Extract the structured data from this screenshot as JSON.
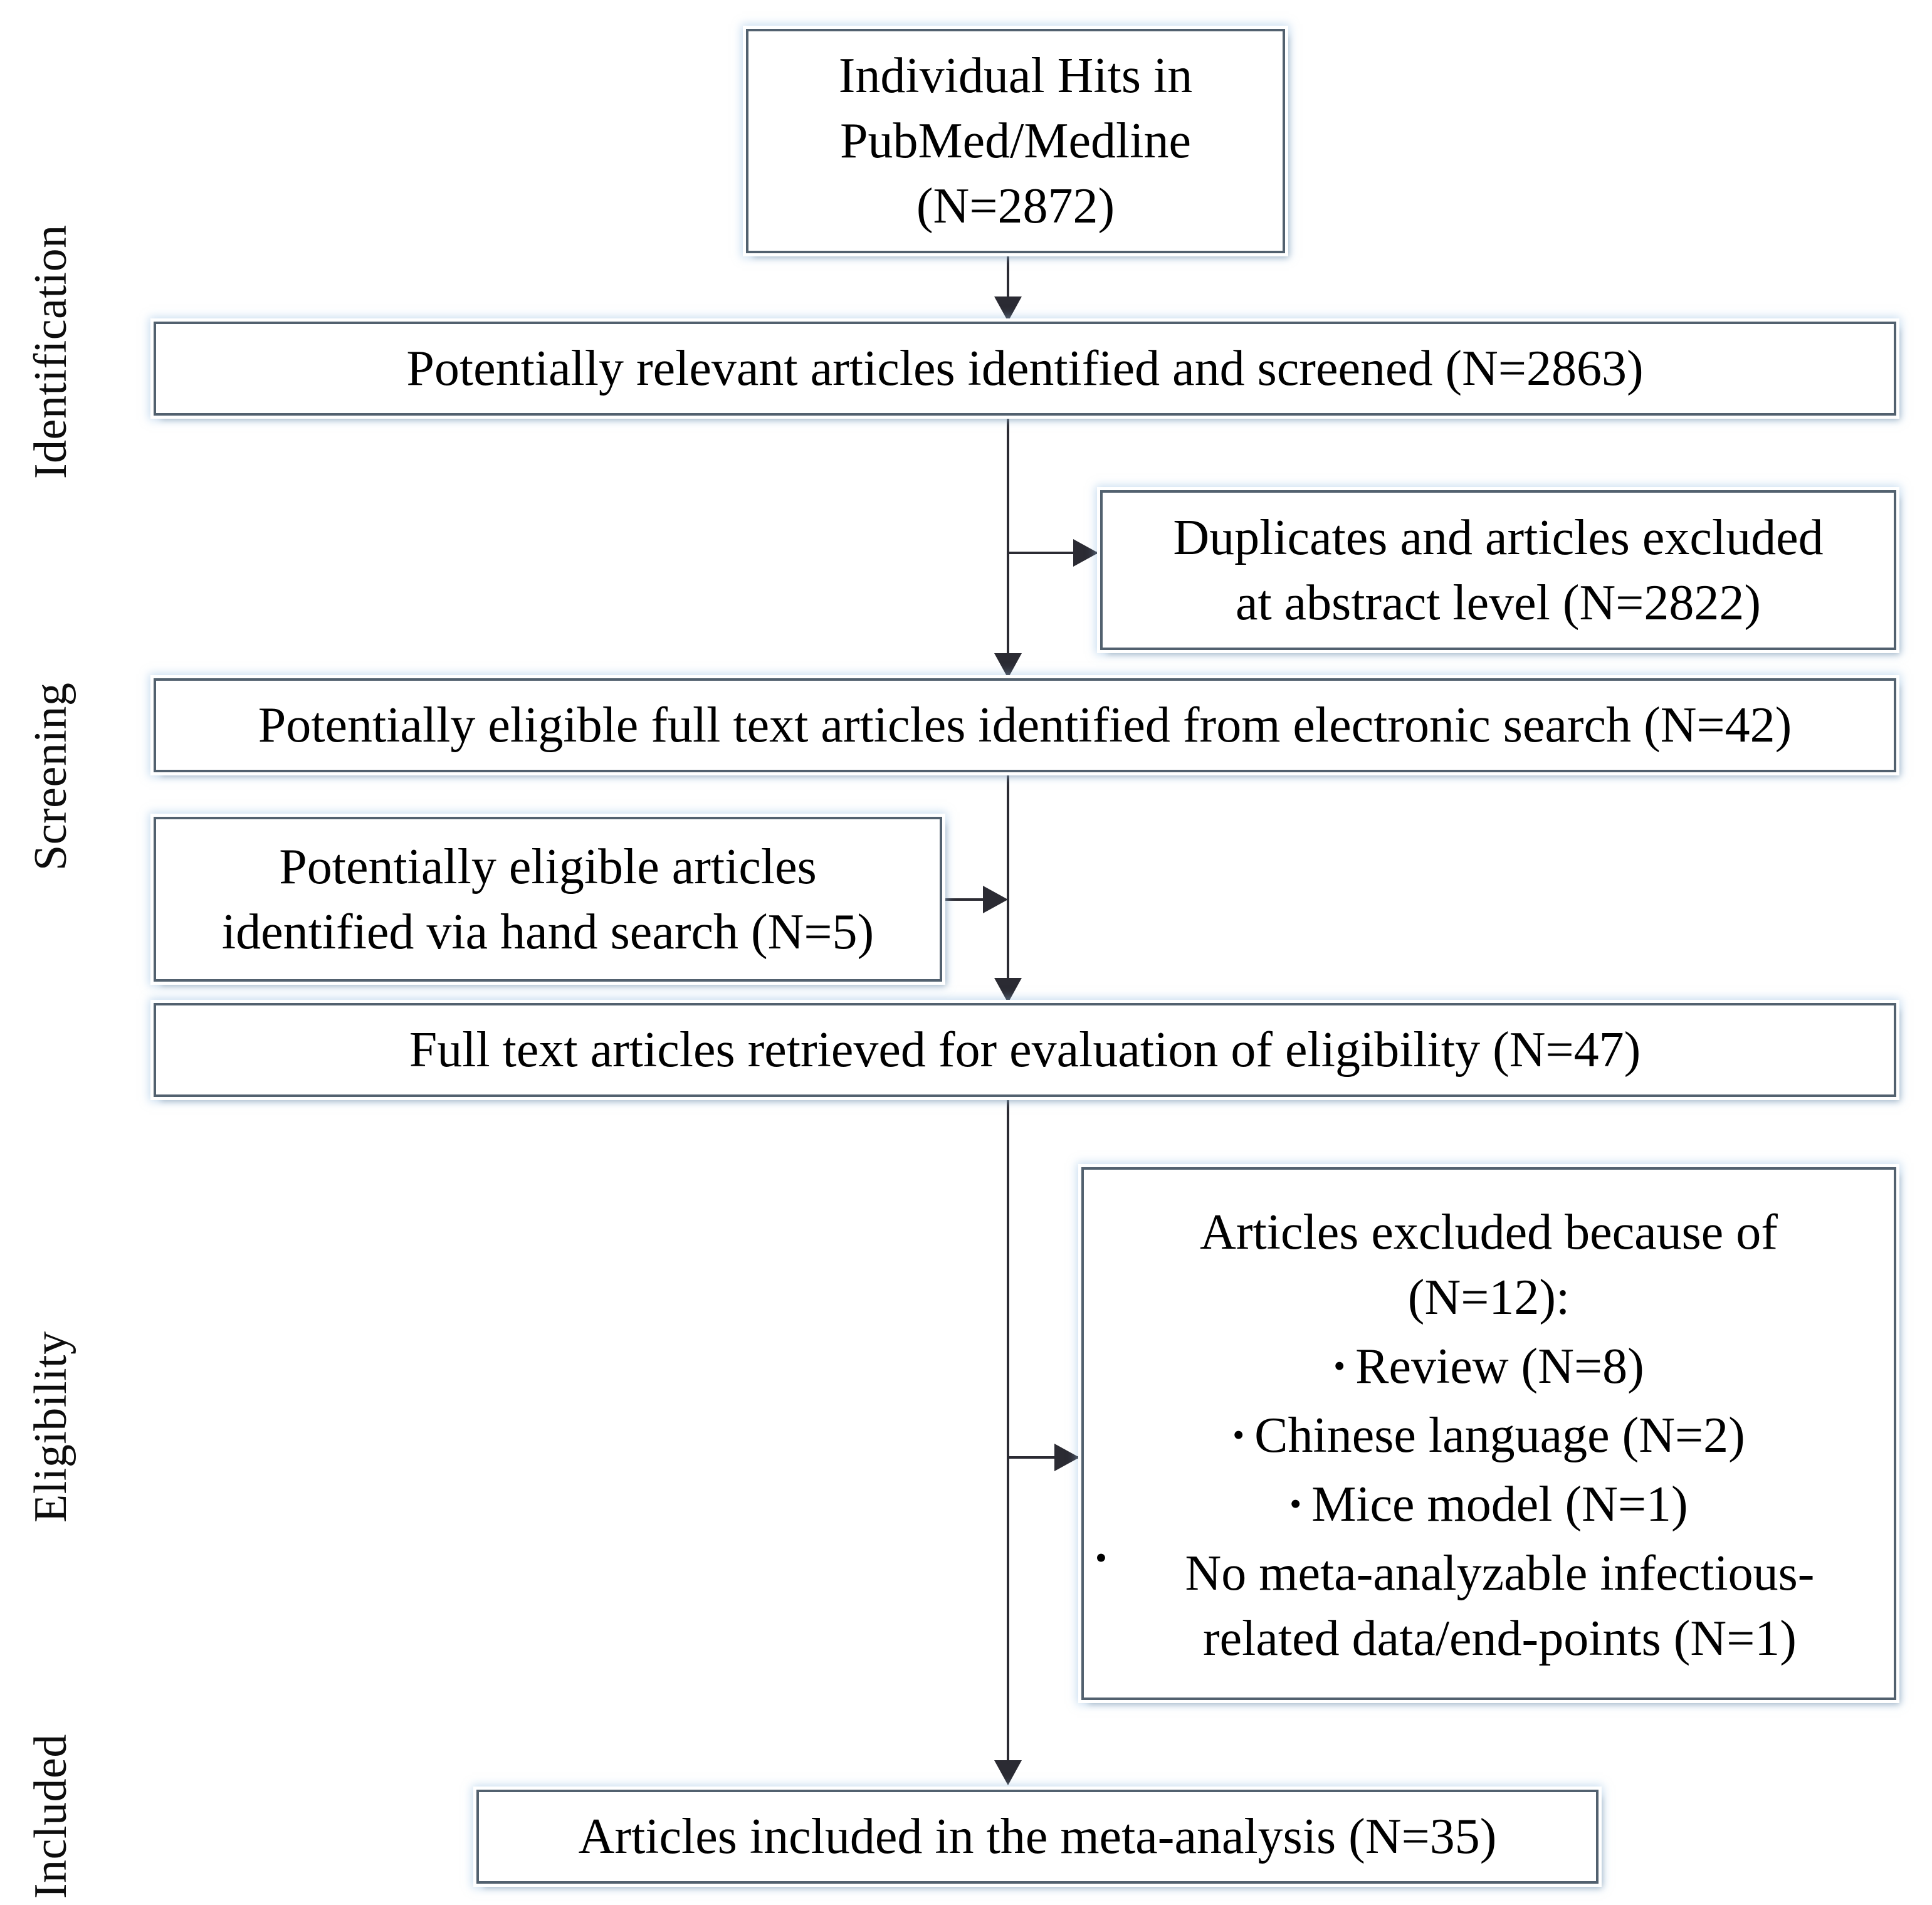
{
  "diagram": {
    "type": "PRISMA flow diagram",
    "stages": [
      {
        "id": "identification",
        "label": "Identification"
      },
      {
        "id": "screening",
        "label": "Screening"
      },
      {
        "id": "eligibility",
        "label": "Eligibility"
      },
      {
        "id": "included",
        "label": "Included"
      }
    ],
    "boxes": {
      "identification": {
        "text": "Individual Hits in\nPubMed/Medline\n(N=2872)",
        "n": 2872
      },
      "screened": {
        "text": "Potentially relevant articles identified and screened (N=2863)",
        "n": 2863
      },
      "duplicates": {
        "text": "Duplicates and articles excluded\nat abstract level (N=2822)",
        "n": 2822
      },
      "fulltext": {
        "text": "Potentially eligible full text articles identified from electronic search (N=42)",
        "n": 42
      },
      "handsearch": {
        "text": "Potentially eligible articles\nidentified via hand search (N=5)",
        "n": 5
      },
      "retrieved": {
        "text": "Full text articles retrieved for evaluation of eligibility (N=47)",
        "n": 47
      },
      "excluded": {
        "heading": "Articles excluded because of\n(N=12):",
        "n": 12,
        "reasons": [
          {
            "label": "Review (N=8)",
            "n": 8
          },
          {
            "label": "Chinese language (N=2)",
            "n": 2
          },
          {
            "label": "Mice model (N=1)",
            "n": 1
          },
          {
            "label": "No meta-analyzable infectious-\nrelated data/end-points (N=1)",
            "n": 1
          }
        ],
        "bullet_glyph": "•"
      },
      "included": {
        "text": "Articles included in the meta-analysis (N=35)",
        "n": 35
      }
    },
    "colors": {
      "box_border": "#52616f",
      "box_glow": "#96bee1",
      "connector": "#2b2b33",
      "text": "#000000",
      "background": "#ffffff"
    }
  }
}
